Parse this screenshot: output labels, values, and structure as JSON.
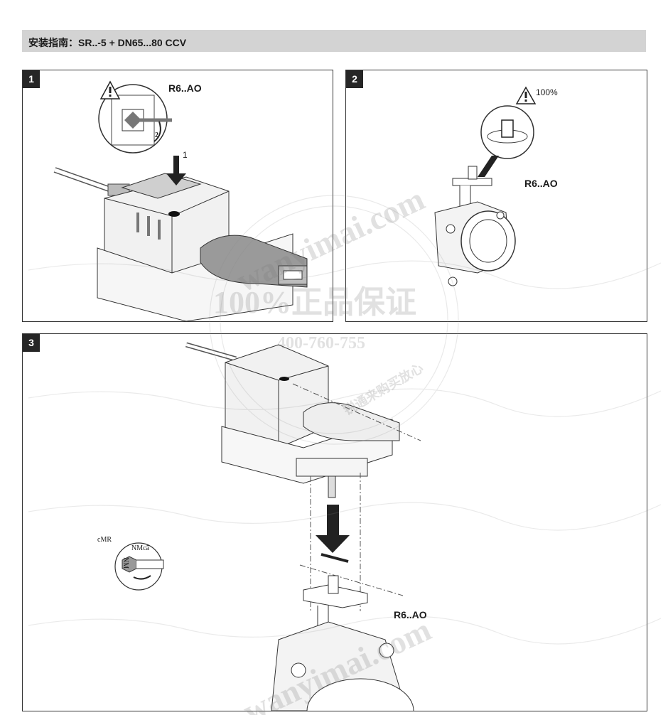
{
  "header": {
    "title": "安装指南：SR..-5 + DN65...80 CCV"
  },
  "panels": [
    {
      "number": "1",
      "model_label": "R6..AO",
      "step_1": "1",
      "step_2": "2"
    },
    {
      "number": "2",
      "model_label": "R6..AO",
      "percent": "100%"
    },
    {
      "number": "3",
      "model_label": "R6..AO",
      "wrench_top": "cMR",
      "wrench_side": "NMcã",
      "wrench_vertical": "NM"
    }
  ],
  "watermark": {
    "site": "wanyimai.com",
    "text": "100%正品保证",
    "phone": "400-760-755",
    "sub": "锐通来购买放心"
  }
}
